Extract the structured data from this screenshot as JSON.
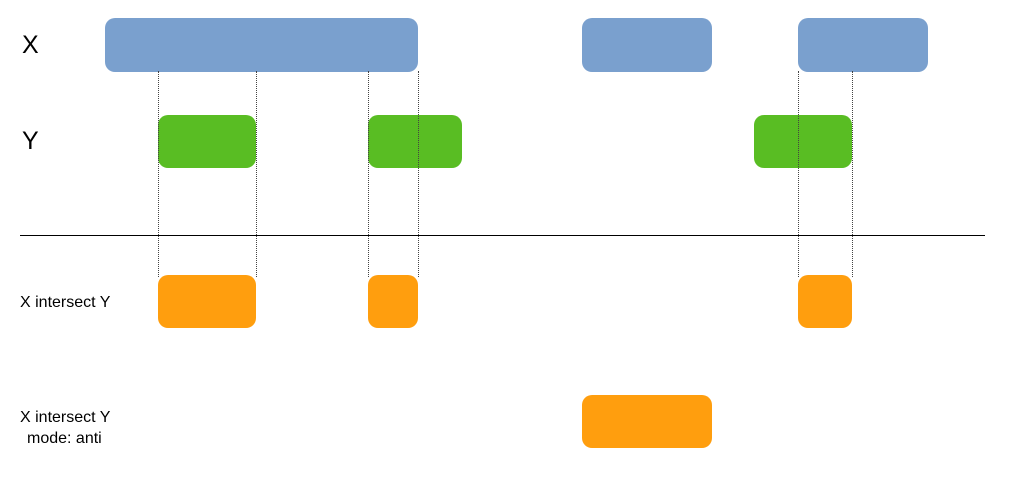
{
  "diagram": {
    "colors": {
      "x_interval": "#7aa0ce",
      "y_interval": "#59bd23",
      "result_interval": "#ff9e0e",
      "guide_line": "#444444",
      "divider_line": "#000000",
      "text": "#000000"
    },
    "rows": [
      {
        "id": "x",
        "label": "X",
        "color": "#7aa0ce",
        "intervals": [
          [
            105,
            418
          ],
          [
            582,
            712
          ],
          [
            798,
            928
          ]
        ]
      },
      {
        "id": "y",
        "label": "Y",
        "color": "#59bd23",
        "intervals": [
          [
            158,
            256
          ],
          [
            368,
            462
          ],
          [
            754,
            852
          ]
        ]
      },
      {
        "id": "intersect",
        "label": "X intersect Y",
        "color": "#ff9e0e",
        "intervals": [
          [
            158,
            256
          ],
          [
            368,
            418
          ],
          [
            798,
            852
          ]
        ]
      },
      {
        "id": "anti",
        "label": "X intersect Y",
        "label2": "mode: anti",
        "color": "#ff9e0e",
        "intervals": [
          [
            582,
            712
          ]
        ]
      }
    ],
    "guides": [
      158,
      256,
      368,
      418,
      798,
      852
    ]
  }
}
